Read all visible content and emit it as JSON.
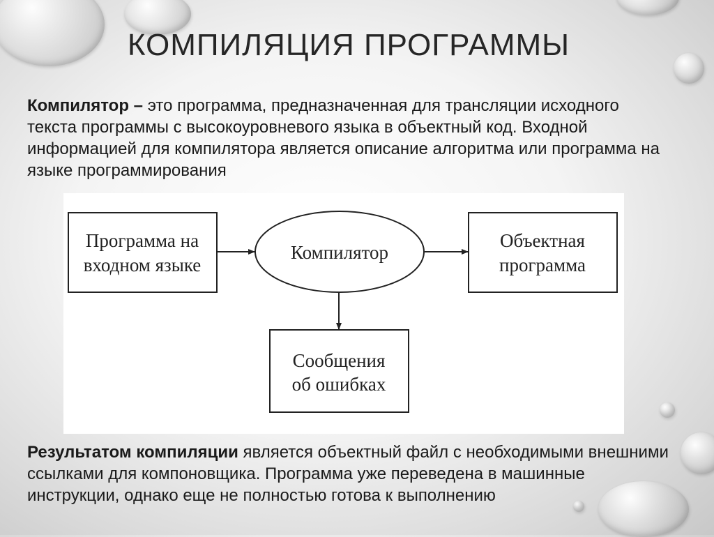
{
  "title": "КОМПИЛЯЦИЯ ПРОГРАММЫ",
  "intro": {
    "term": "Компилятор –",
    "text": " это программа, предназначенная для трансляции исходного текста программы с высокоуровневого языка в объектный код. Входной информацией для компилятора является описание алгоритма или программа на языке программирования"
  },
  "diagram": {
    "input_line1": "Программа на",
    "input_line2": "входном языке",
    "compiler": "Компилятор",
    "output_line1": "Объектная",
    "output_line2": "программа",
    "errors_line1": "Сообщения",
    "errors_line2": "об ошибках"
  },
  "result": {
    "term": "Результатом компиляции",
    "text": " является объектный файл с необходимыми внешними ссылками для компоновщика. Программа уже переведена в машинные инструкции, однако еще не полностью готова к выполнению"
  }
}
